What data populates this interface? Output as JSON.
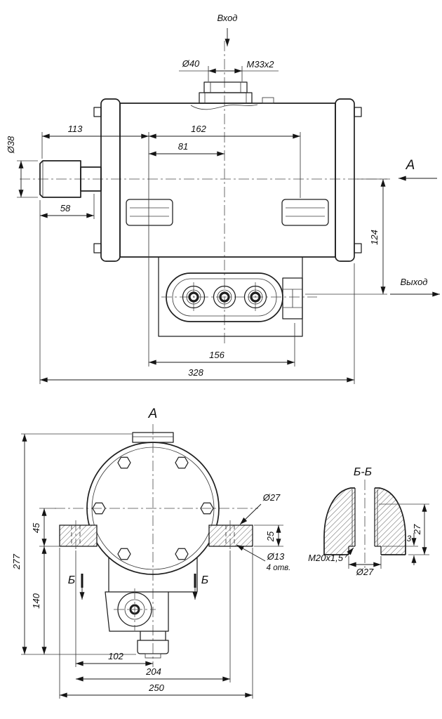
{
  "drawing": {
    "main_view": {
      "inlet_label": "Вход",
      "outlet_label": "Выход",
      "view_arrow_label": "А",
      "dia_40": "Ø40",
      "thread_m33": "М33х2",
      "dim_113": "113",
      "dim_162": "162",
      "dim_81": "81",
      "dia_38": "Ø38",
      "dim_58": "58",
      "dim_124": "124",
      "dim_156": "156",
      "dim_328": "328"
    },
    "view_a": {
      "label": "А",
      "dim_277": "277",
      "dim_45": "45",
      "dim_140": "140",
      "dia_27": "Ø27",
      "dim_25": "25",
      "dia_13": "Ø13",
      "holes_note": "4 отв.",
      "dim_102": "102",
      "dim_204": "204",
      "dim_250": "250",
      "section_marker": "Б"
    },
    "section_bb": {
      "label": "Б-Б",
      "dim_27": "27",
      "dim_3": "3",
      "thread_m20": "М20х1,5",
      "dia_27": "Ø27"
    }
  }
}
